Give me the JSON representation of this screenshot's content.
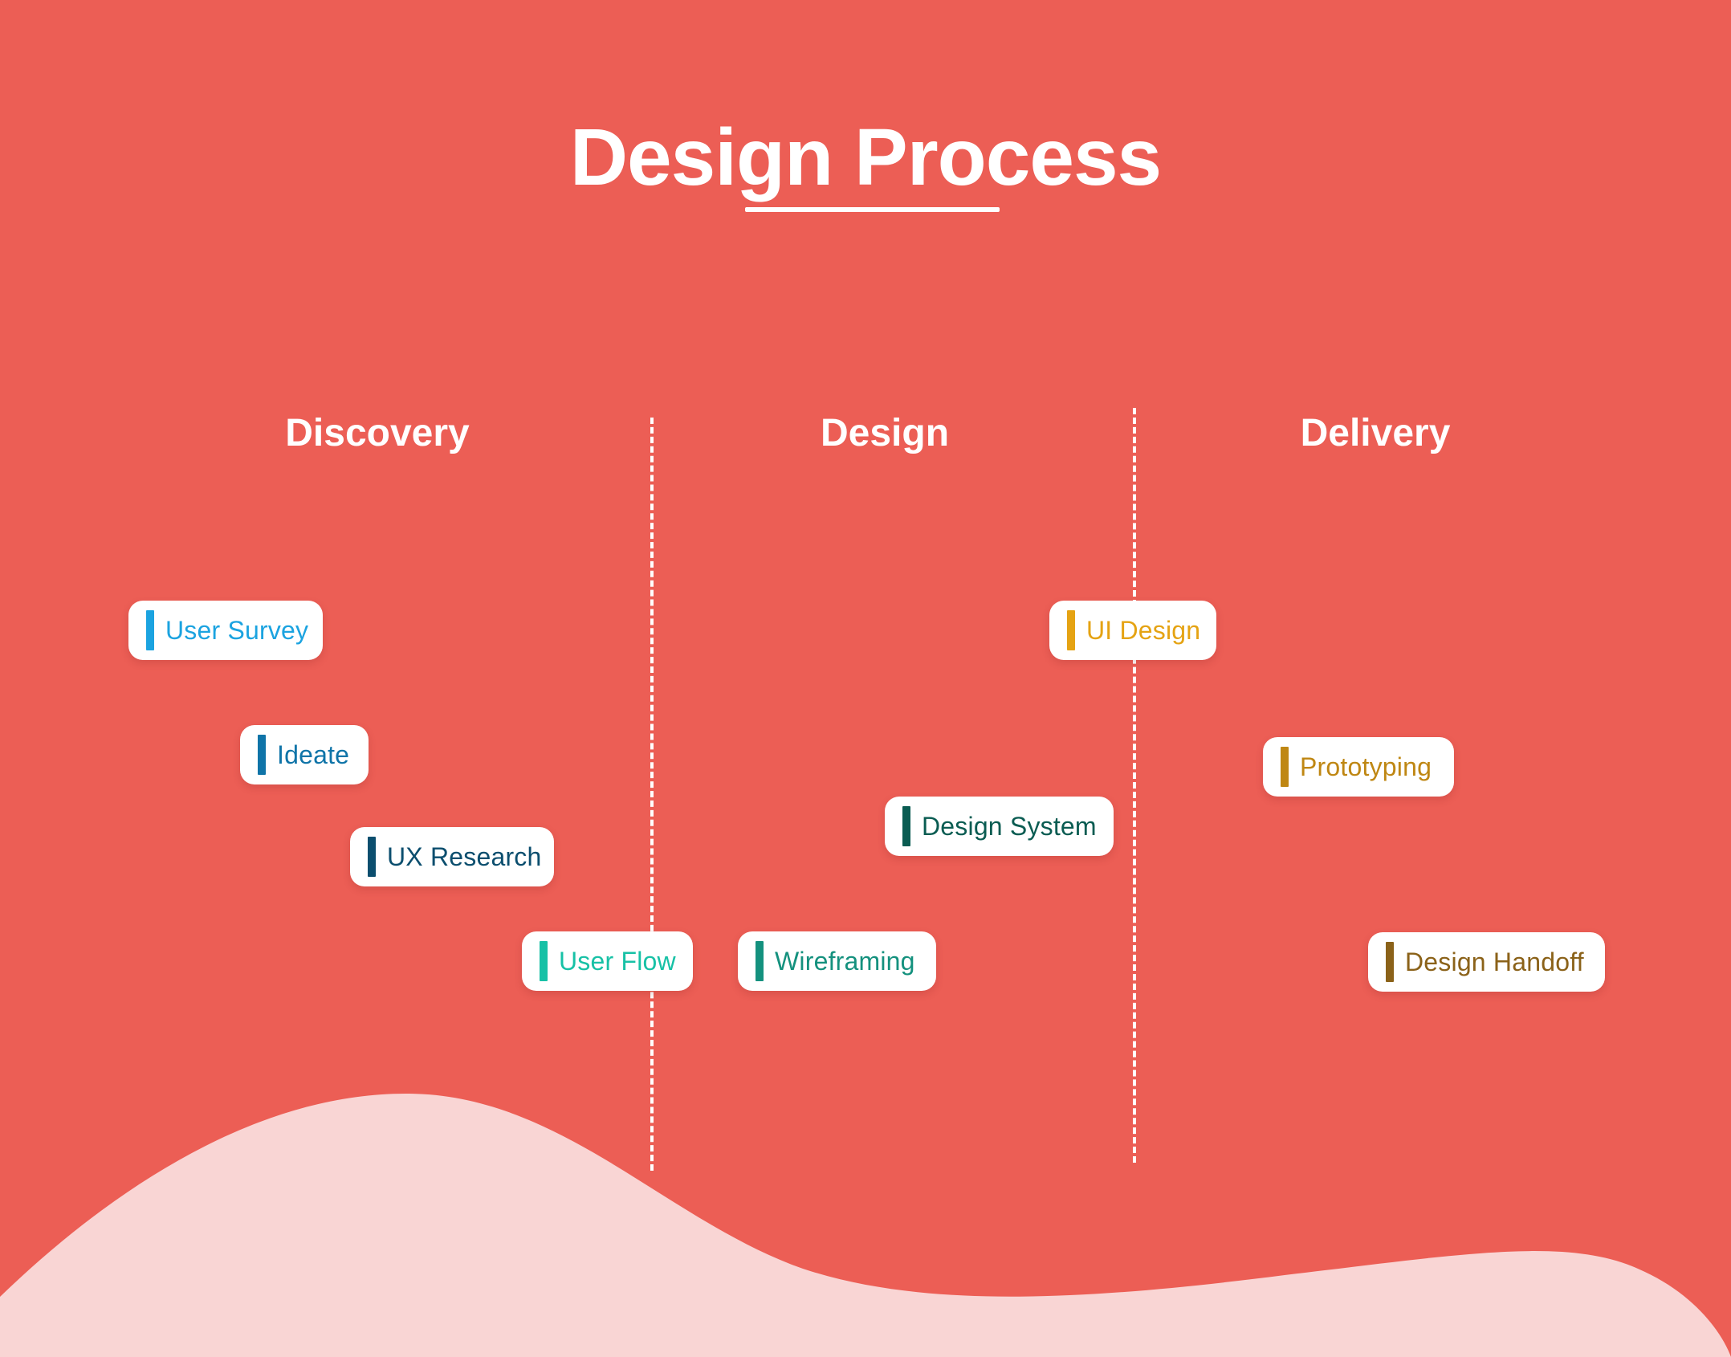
{
  "title": "Design Process",
  "phases": [
    {
      "name": "Discovery"
    },
    {
      "name": "Design"
    },
    {
      "name": "Delivery"
    }
  ],
  "colors": {
    "background": "#EC5E55",
    "wave": "#F9D5D4",
    "text": "#FFFFFF"
  },
  "steps": [
    {
      "label": "User Survey",
      "phase": "Discovery",
      "color": "#1BA3E0"
    },
    {
      "label": "Ideate",
      "phase": "Discovery",
      "color": "#0F74A8"
    },
    {
      "label": "UX Research",
      "phase": "Discovery",
      "color": "#0B4E6E"
    },
    {
      "label": "User Flow",
      "phase": "Discovery",
      "color": "#17C1A6"
    },
    {
      "label": "Wireframing",
      "phase": "Design",
      "color": "#14917E"
    },
    {
      "label": "Design System",
      "phase": "Design",
      "color": "#0A5C52"
    },
    {
      "label": "UI Design",
      "phase": "Design",
      "color": "#E5A313"
    },
    {
      "label": "Prototyping",
      "phase": "Delivery",
      "color": "#BF8713"
    },
    {
      "label": "Design Handoff",
      "phase": "Delivery",
      "color": "#8B6219"
    }
  ]
}
